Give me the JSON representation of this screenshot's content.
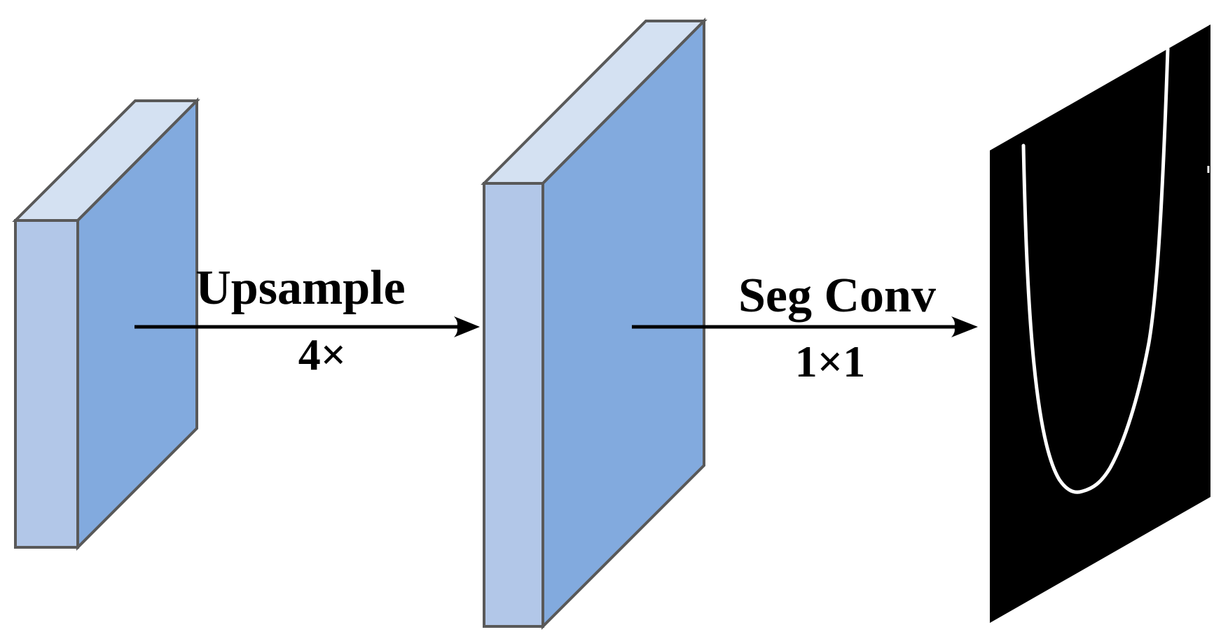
{
  "colors": {
    "front_face": "#b2c7e8",
    "side_face": "#82aade",
    "top_face": "#d4e1f2",
    "edge": "#595959",
    "arrow": "#000000",
    "output_background": "#000000",
    "output_curve": "#ffffff"
  },
  "labels": {
    "upsample_title": "Upsample",
    "upsample_factor": "4×",
    "seg_conv_title": "Seg Conv",
    "seg_conv_kernel": "1×1"
  }
}
